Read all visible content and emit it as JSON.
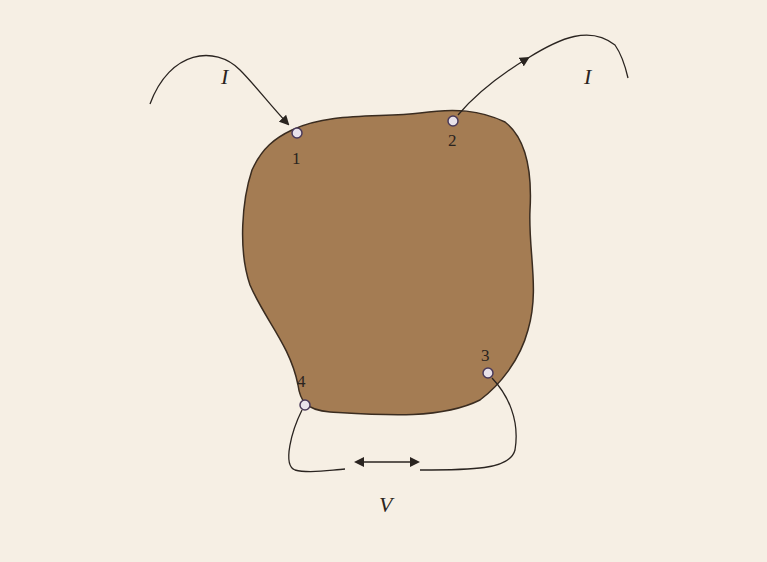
{
  "diagram": {
    "labels": [
      "I",
      "1",
      "2",
      "I",
      "4",
      "3",
      "V"
    ]
  }
}
